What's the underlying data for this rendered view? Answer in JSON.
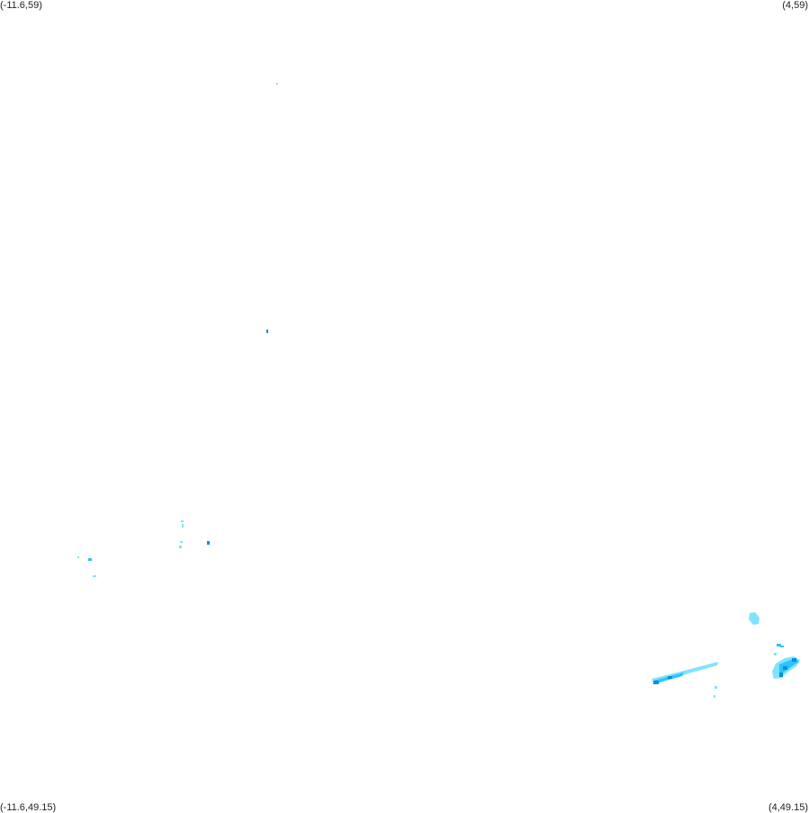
{
  "corners": {
    "top_left": "(-11.6,59)",
    "top_right": "(4,59)",
    "bottom_left": "(-11.6,49.15)",
    "bottom_right": "(4,49.15)"
  },
  "colors": {
    "light": "#7fe3ff",
    "medium": "#2dc3ff",
    "dark": "#0a8fe0",
    "background": "#ffffff"
  }
}
